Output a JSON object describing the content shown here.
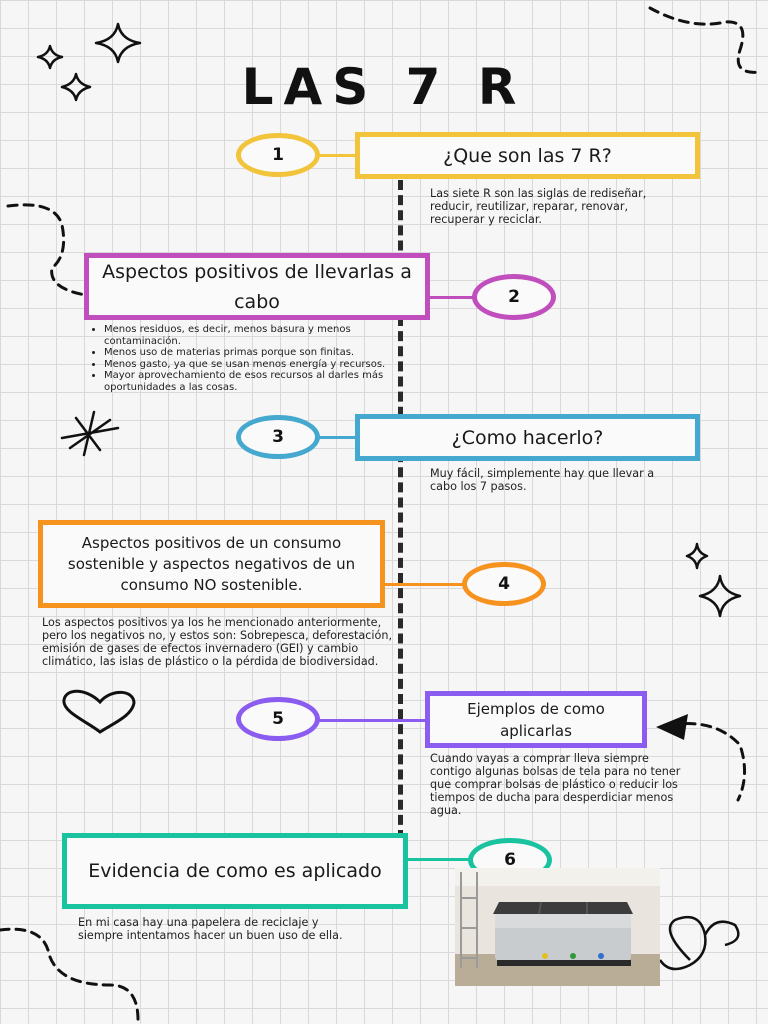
{
  "title": "LAS 7 R",
  "steps": [
    {
      "number": "1",
      "heading": "¿Que son las 7 R?",
      "body": "Las siete R son las siglas de rediseñar, reducir, reutilizar, reparar, renovar, recuperar y reciclar.",
      "color": "#f2c43c"
    },
    {
      "number": "2",
      "heading": "Aspectos positivos de llevarlas a cabo",
      "bullets": [
        "Menos residuos, es decir, menos basura y menos contaminación.",
        "Menos uso de materias primas porque son finitas.",
        "Menos gasto, ya que se usan menos energía y recursos.",
        "Mayor aprovechamiento de esos recursos al darles más oportunidades a las cosas."
      ],
      "color": "#c04fbd"
    },
    {
      "number": "3",
      "heading": "¿Como hacerlo?",
      "body": "Muy fácil, simplemente hay que llevar a cabo los 7 pasos.",
      "color": "#44a8cf"
    },
    {
      "number": "4",
      "heading": "Aspectos positivos de un consumo sostenible y  aspectos negativos de un consumo NO sostenible.",
      "body": "Los aspectos positivos ya los he mencionado anteriormente, pero los  negativos no, y estos son: Sobrepesca, deforestación, emisión de gases de efectos invernadero (GEI) y cambio climático, las islas de plástico o la pérdida de biodiversidad.",
      "color": "#f6931e"
    },
    {
      "number": "5",
      "heading": "Ejemplos de como aplicarlas",
      "body": "Cuando vayas a comprar lleva siempre contigo algunas bolsas de tela para no tener que comprar bolsas de plástico o reducir los tiempos de ducha para desperdiciar menos agua.",
      "color": "#8b5cf0"
    },
    {
      "number": "6",
      "heading": "Evidencia de como es aplicado",
      "body": "En mi casa hay una papelera de reciclaje y siempre intentamos hacer un buen uso de ella.",
      "color": "#19c39f"
    }
  ],
  "decorations": [
    "sparkle-icon",
    "heart-icon",
    "asterisk-icon",
    "arrow-icon",
    "recycling-bin-photo"
  ]
}
